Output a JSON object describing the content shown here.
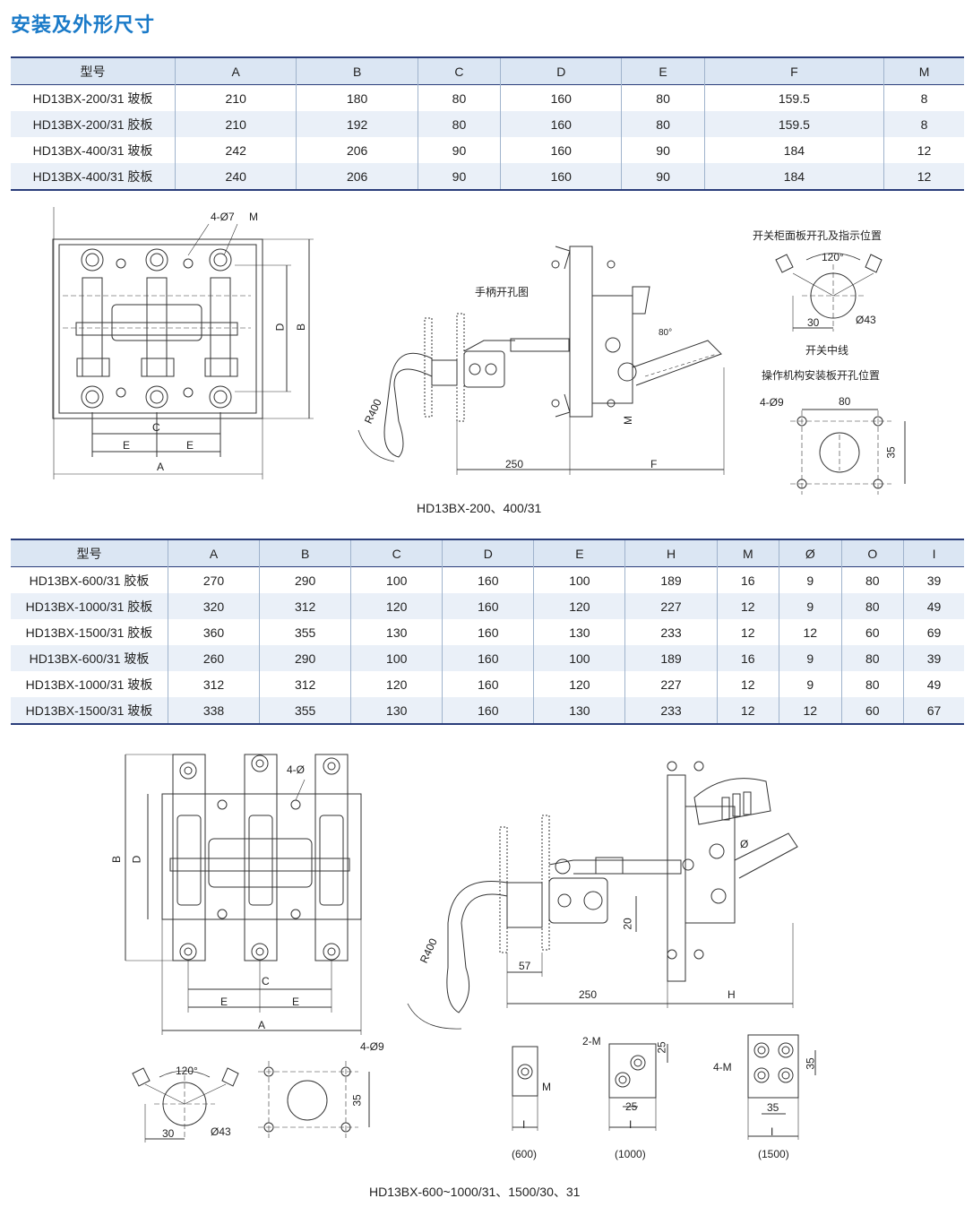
{
  "title": "安装及外形尺寸",
  "table1": {
    "headers": [
      "型号",
      "A",
      "B",
      "C",
      "D",
      "E",
      "F",
      "M"
    ],
    "rows": [
      [
        "HD13BX-200/31 玻板",
        "210",
        "180",
        "80",
        "160",
        "80",
        "159.5",
        "8"
      ],
      [
        "HD13BX-200/31 胶板",
        "210",
        "192",
        "80",
        "160",
        "80",
        "159.5",
        "8"
      ],
      [
        "HD13BX-400/31 玻板",
        "242",
        "206",
        "90",
        "160",
        "90",
        "184",
        "12"
      ],
      [
        "HD13BX-400/31 胶板",
        "240",
        "206",
        "90",
        "160",
        "90",
        "184",
        "12"
      ]
    ]
  },
  "drawing1": {
    "caption": "HD13BX-200、400/31",
    "front": {
      "holes": "4-Ø7",
      "m": "M",
      "a": "A",
      "b": "B",
      "c": "C",
      "d": "D",
      "e1": "E",
      "e2": "E"
    },
    "handle": {
      "title": "手柄开孔图",
      "r": "R400",
      "d250": "250",
      "f": "F",
      "m": "M",
      "angle": "80°"
    },
    "panel": {
      "title": "开关柜面板开孔及指示位置",
      "angle": "120°",
      "d30": "30",
      "dia": "Ø43",
      "center": "开关中线"
    },
    "mount": {
      "title": "操作机构安装板开孔位置",
      "holes": "4-Ø9",
      "d80": "80",
      "d35": "35"
    }
  },
  "table2": {
    "headers": [
      "型号",
      "A",
      "B",
      "C",
      "D",
      "E",
      "H",
      "M",
      "Ø",
      "O",
      "I"
    ],
    "rows": [
      [
        "HD13BX-600/31 胶板",
        "270",
        "290",
        "100",
        "160",
        "100",
        "189",
        "16",
        "9",
        "80",
        "39"
      ],
      [
        "HD13BX-1000/31 胶板",
        "320",
        "312",
        "120",
        "160",
        "120",
        "227",
        "12",
        "9",
        "80",
        "49"
      ],
      [
        "HD13BX-1500/31 胶板",
        "360",
        "355",
        "130",
        "160",
        "130",
        "233",
        "12",
        "12",
        "60",
        "69"
      ],
      [
        "HD13BX-600/31 玻板",
        "260",
        "290",
        "100",
        "160",
        "100",
        "189",
        "16",
        "9",
        "80",
        "39"
      ],
      [
        "HD13BX-1000/31 玻板",
        "312",
        "312",
        "120",
        "160",
        "120",
        "227",
        "12",
        "9",
        "80",
        "49"
      ],
      [
        "HD13BX-1500/31 玻板",
        "338",
        "355",
        "130",
        "160",
        "130",
        "233",
        "12",
        "12",
        "60",
        "67"
      ]
    ]
  },
  "drawing2": {
    "caption": "HD13BX-600~1000/31、1500/30、31",
    "front": {
      "holes": "4-Ø",
      "a": "A",
      "b": "B",
      "c": "C",
      "d": "D",
      "e1": "E",
      "e2": "E"
    },
    "panel": {
      "angle": "120°",
      "d30": "30",
      "dia": "Ø43"
    },
    "mount": {
      "holes": "4-Ø9",
      "d35": "35"
    },
    "side": {
      "r": "R400",
      "d57": "57",
      "d250": "250",
      "h": "H",
      "d20": "20",
      "angle": "Ø"
    },
    "term600": {
      "m": "M",
      "i": "I",
      "label": "(600)"
    },
    "term1000": {
      "m": "2-M",
      "d25a": "25",
      "d25b": "25",
      "i": "I",
      "label": "(1000)"
    },
    "term1500": {
      "m": "4-M",
      "d35a": "35",
      "d35b": "35",
      "i": "I",
      "label": "(1500)"
    }
  }
}
